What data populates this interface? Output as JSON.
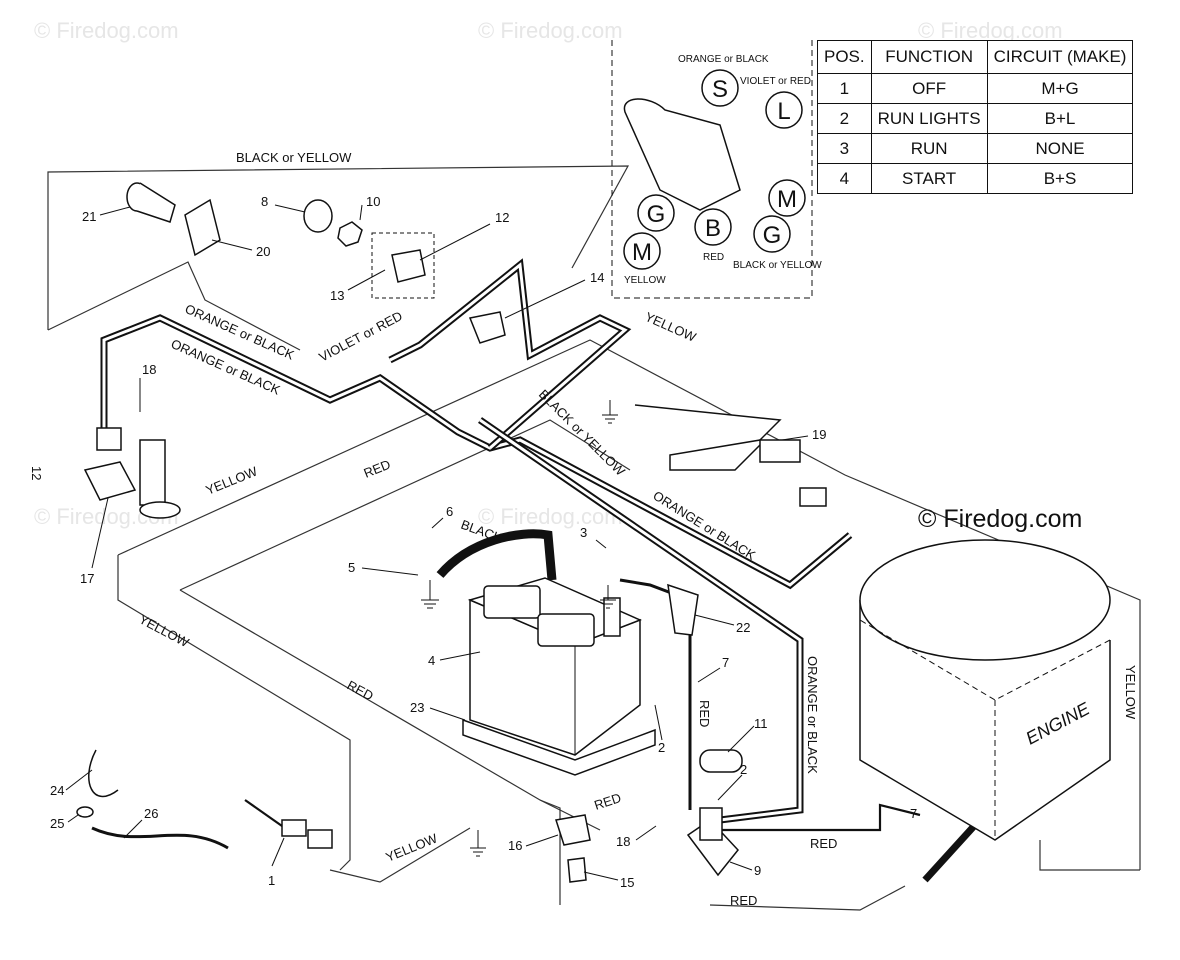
{
  "watermarks": [
    "© Firedog.com",
    "© Firedog.com",
    "© Firedog.com",
    "© Firedog.com",
    "© Firedog.com"
  ],
  "copyright": "© Firedog.com",
  "table": {
    "headers": [
      "POS.",
      "FUNCTION",
      "CIRCUIT  (MAKE)"
    ],
    "rows": [
      [
        "1",
        "OFF",
        "M+G"
      ],
      [
        "2",
        "RUN LIGHTS",
        "B+L"
      ],
      [
        "3",
        "RUN",
        "NONE"
      ],
      [
        "4",
        "START",
        "B+S"
      ]
    ]
  },
  "switch_inset": {
    "top_label": "ORANGE or BLACK",
    "violet_label": "VIOLET or RED",
    "terminals": [
      "S",
      "L",
      "G",
      "B",
      "M",
      "M",
      "G"
    ],
    "yellow_label": "YELLOW",
    "red_label": "RED",
    "bottom_right_label": "BLACK or YELLOW"
  },
  "wire_labels": {
    "black_or_yellow_top": "BLACK or YELLOW",
    "orange_or_black_1": "ORANGE or BLACK",
    "orange_or_black_2": "ORANGE or BLACK",
    "violet_or_red": "VIOLET or RED",
    "yellow_right_top": "YELLOW",
    "black_or_yellow_diag": "BLACK or YELLOW",
    "orange_or_black_right": "ORANGE or BLACK",
    "yellow_left": "YELLOW",
    "red_mid": "RED",
    "black_cable": "BLACK",
    "yellow_left_long": "YELLOW",
    "red_left_long": "RED",
    "red_vertical": "RED",
    "orange_or_black_vertical": "ORANGE or BLACK",
    "yellow_right_vertical": "YELLOW",
    "red_bottom_1": "RED",
    "red_bottom_2": "RED",
    "red_bottom_3": "RED",
    "yellow_bottom": "YELLOW",
    "engine": "ENGINE"
  },
  "part_numbers": {
    "p21": "21",
    "p20": "20",
    "p8": "8",
    "p10": "10",
    "p12": "12",
    "p13": "13",
    "p14": "14",
    "p18a": "18",
    "p12side": "12",
    "p17": "17",
    "p19": "19",
    "p6": "6",
    "p5": "5",
    "p3": "3",
    "p22": "22",
    "p4": "4",
    "p7a": "7",
    "p23": "23",
    "p2a": "2",
    "p11": "11",
    "p2b": "2",
    "p7b": "7",
    "p24": "24",
    "p25": "25",
    "p26": "26",
    "p1": "1",
    "p16": "16",
    "p18b": "18",
    "p9": "9",
    "p15": "15"
  }
}
